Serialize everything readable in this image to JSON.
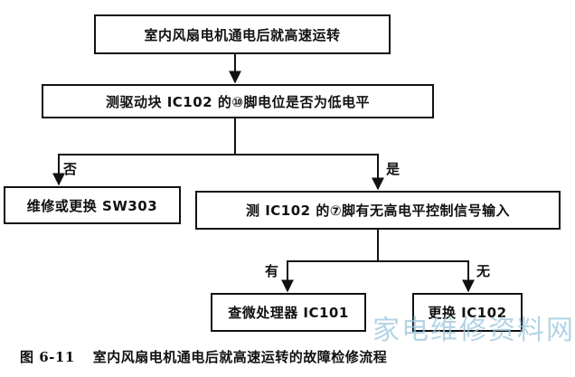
{
  "nodes": {
    "start": "室内风扇电机通电后就高速运转",
    "check_pin10": "测驱动块 IC102 的⑩脚电位是否为低电平",
    "replace_sw303": "维修或更换 SW303",
    "check_pin7": "测 IC102 的⑦脚有无高电平控制信号输入",
    "check_ic101": "查微处理器 IC101",
    "replace_ic102": "更换 IC102"
  },
  "edge_labels": {
    "no_1": "否",
    "yes_1": "是",
    "yes_2": "有",
    "no_2": "无"
  },
  "caption": {
    "number": "图 6-11",
    "text": "室内风扇电机通电后就高速运转的故障检修流程"
  },
  "watermark": "家电维修资料网",
  "colors": {
    "line": "#111111",
    "watermark": "#9cc6dc"
  }
}
